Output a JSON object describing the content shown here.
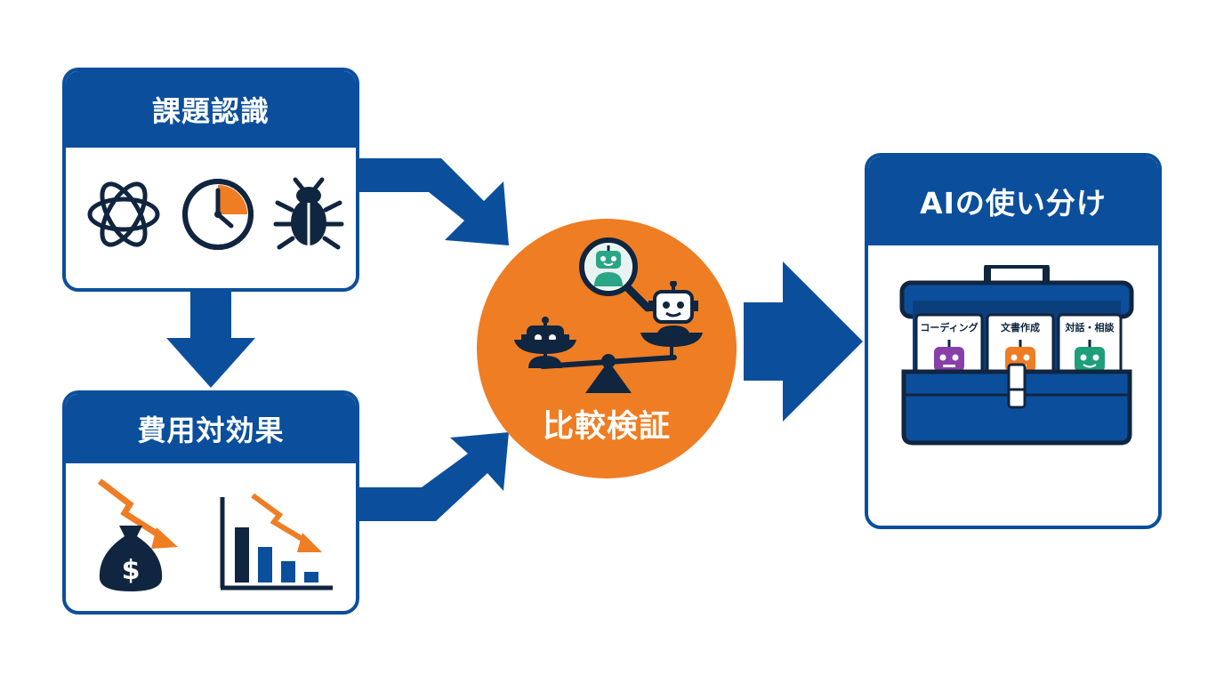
{
  "cards": {
    "issue_recognition": {
      "title": "課題認識",
      "icons": [
        "ai-knot-icon",
        "clock-icon",
        "bug-icon"
      ]
    },
    "cost_effectiveness": {
      "title": "費用対効果",
      "icons": [
        "money-bag-decrease-icon",
        "bar-chart-decrease-icon"
      ]
    },
    "comparison": {
      "title": "比較検証",
      "icons": [
        "magnifier-robot-icon",
        "robot-icon",
        "robot-icon",
        "balance-scale-icon"
      ]
    },
    "ai_usage": {
      "title": "AIの使い分け",
      "icon": "toolbox-icon",
      "tools": [
        {
          "label": "コーディング",
          "color": "#8a3fa8"
        },
        {
          "label": "文書作成",
          "color": "#ee7d24"
        },
        {
          "label": "対話・相談",
          "color": "#1f9e7a"
        }
      ]
    }
  },
  "colors": {
    "primary_blue": "#0b4f9c",
    "accent_orange": "#ee7d24",
    "dark_navy": "#10253f"
  }
}
